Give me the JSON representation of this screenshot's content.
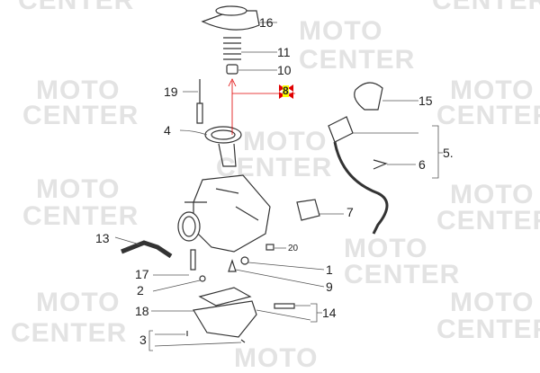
{
  "watermark": {
    "line1": "MOTO",
    "line2": "CENTER"
  },
  "labels": {
    "p16": "16",
    "p11": "11",
    "p10": "10",
    "p19": "19",
    "p8": "8",
    "p15": "15",
    "p4": "4",
    "p5": "5.",
    "p6": "6",
    "p7": "7",
    "p13": "13",
    "p20": "20",
    "p17": "17",
    "p1": "1",
    "p2": "2",
    "p9": "9",
    "p18": "18",
    "p14": "14",
    "p3": "3"
  },
  "colors": {
    "marker": "#e00000",
    "highlight": "#ffff00",
    "line": "#555555"
  }
}
